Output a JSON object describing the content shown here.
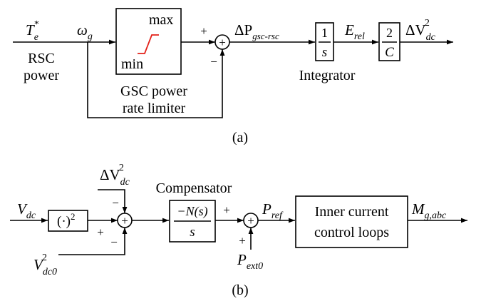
{
  "diagram_a": {
    "caption": "(a)",
    "input_torque": {
      "base": "T",
      "sub": "e",
      "sup": "*"
    },
    "input_speed": {
      "base": "ω",
      "sub": "g"
    },
    "rsc_label": [
      "RSC",
      "power"
    ],
    "limiter": {
      "max": "max",
      "min": "min",
      "label": [
        "GSC power",
        "rate limiter"
      ]
    },
    "sum_sign_plus": "+",
    "sum_sign_minus": "−",
    "sum_symbol": "+",
    "delta_p": {
      "prefix": "ΔP",
      "sub": "gsc-rsc"
    },
    "integrator": {
      "num": "1",
      "den": "s",
      "label": "Integrator"
    },
    "e_rel": {
      "base": "E",
      "sub": "rel"
    },
    "gain": {
      "num": "2",
      "den": "C"
    },
    "output": {
      "prefix": "ΔV",
      "sub": "dc",
      "sup": "2"
    }
  },
  "diagram_b": {
    "caption": "(b)",
    "input_vdc": {
      "base": "V",
      "sub": "dc"
    },
    "square_block": {
      "text": "(·)",
      "sup": "2"
    },
    "delta_vdc2": {
      "prefix": "ΔV",
      "sub": "dc",
      "sup": "2"
    },
    "vdc0": {
      "base": "V",
      "sub": "dc0",
      "sup": "2"
    },
    "sum1_signs": {
      "top": "−",
      "left": "+",
      "bottom": "−"
    },
    "sum_symbol": "+",
    "compensator": {
      "label": "Compensator",
      "num": "−N(s)",
      "den": "s"
    },
    "sum2_signs": {
      "left": "+",
      "bottom": "+"
    },
    "p_ref": {
      "base": "P",
      "sub": "ref"
    },
    "p_ext0": {
      "base": "P",
      "sub": "ext0"
    },
    "inner_block": [
      "Inner current",
      "control loops"
    ],
    "output": {
      "base": "M",
      "sub": "g,abc"
    }
  }
}
